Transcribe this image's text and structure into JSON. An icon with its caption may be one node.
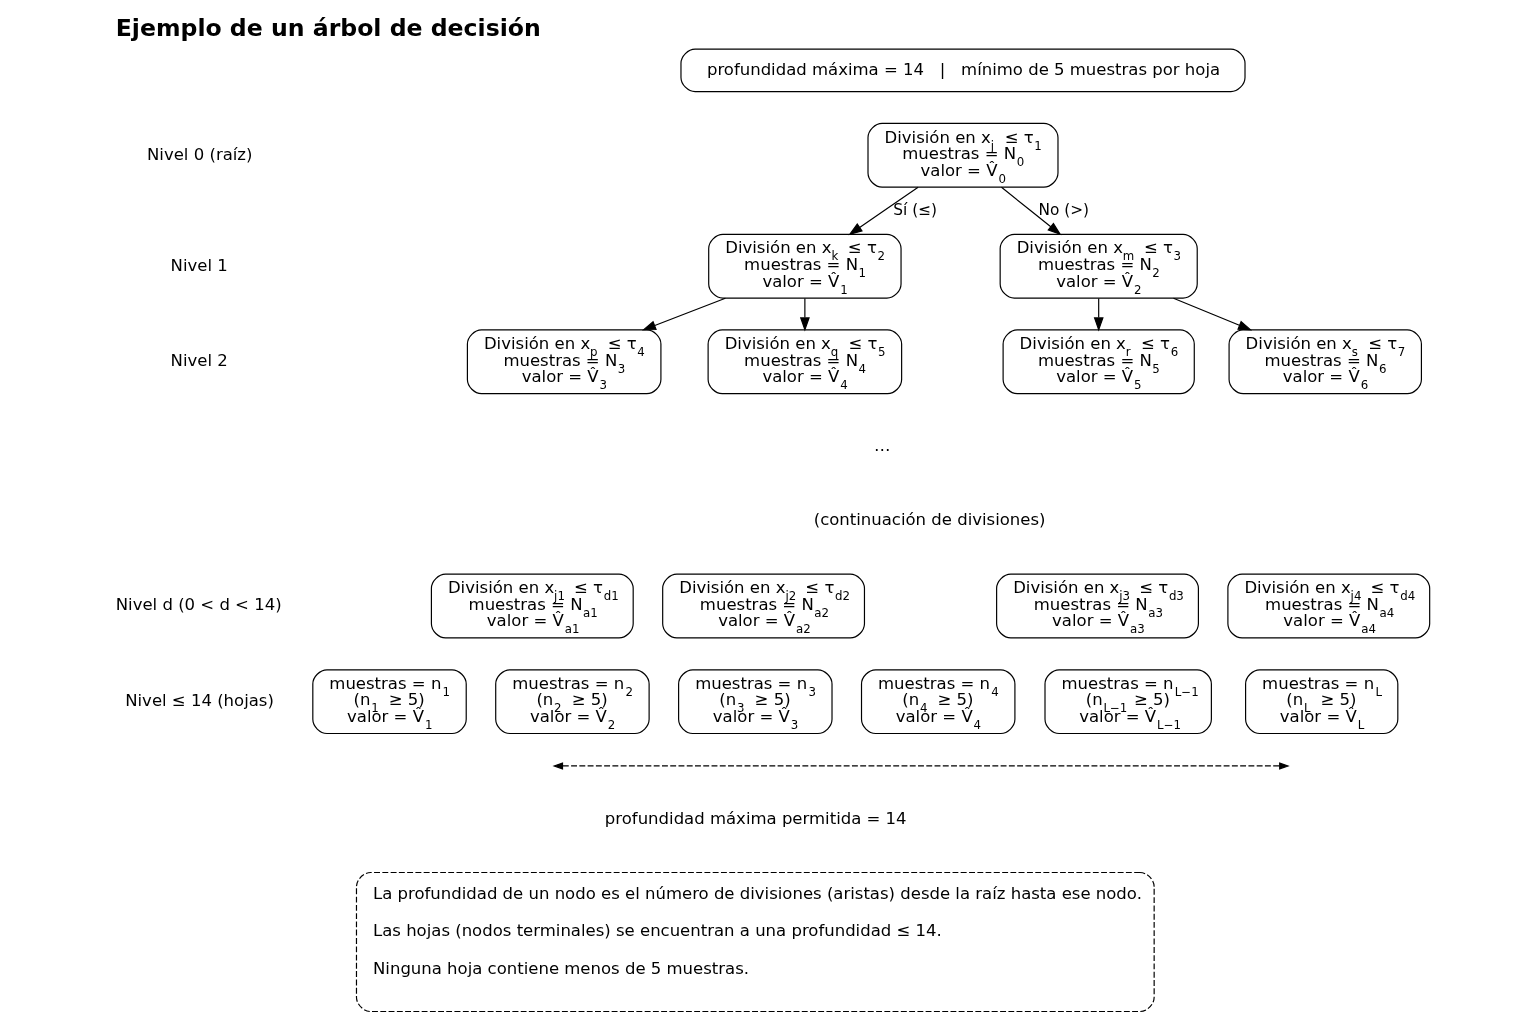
{
  "diagram": {
    "title": "Ejemplo de un árbol de decisión",
    "nodes": [
      {
        "text": [
          "profundidad máxima = 14   |   mínimo de 5 muestras por hoja"
        ]
      },
      {
        "text": [
          "División en x$_{j}$ ≤ τ$_{1}$",
          "muestras = N$_{0}$",
          "valor = V̂$_{0}$"
        ]
      },
      {
        "text": [
          "División en x$_{k}$ ≤ τ$_{2}$",
          "muestras = N$_{1}$",
          "valor = V̂$_{1}$"
        ]
      },
      {
        "text": [
          "División en x$_{m}$ ≤ τ$_{3}$",
          "muestras = N$_{2}$",
          "valor = V̂$_{2}$"
        ]
      },
      {
        "text": [
          "División en x$_{p}$ ≤ τ$_{4}$",
          "muestras = N$_{3}$",
          "valor = V̂$_{3}$"
        ]
      },
      {
        "text": [
          "División en x$_{q}$ ≤ τ$_{5}$",
          "muestras = N$_{4}$",
          "valor = V̂$_{4}$"
        ]
      },
      {
        "text": [
          "División en x$_{r}$ ≤ τ$_{6}$",
          "muestras = N$_{5}$",
          "valor = V̂$_{5}$"
        ]
      },
      {
        "text": [
          "División en x$_{s}$ ≤ τ$_{7}$",
          "muestras = N$_{6}$",
          "valor = V̂$_{6}$"
        ]
      },
      {
        "text": [
          "División en x$_{j1}$ ≤ τ$_{d1}$",
          "muestras = N$_{a1}$",
          "valor = V̂$_{a1}$"
        ]
      },
      {
        "text": [
          "División en x$_{j2}$ ≤ τ$_{d2}$",
          "muestras = N$_{a2}$",
          "valor = V̂$_{a2}$"
        ]
      },
      {
        "text": [
          "División en x$_{j3}$ ≤ τ$_{d3}$",
          "muestras = N$_{a3}$",
          "valor = V̂$_{a3}$"
        ]
      },
      {
        "text": [
          "División en x$_{j4}$ ≤ τ$_{d4}$",
          "muestras = N$_{a4}$",
          "valor = V̂$_{a4}$"
        ]
      },
      {
        "text": [
          "muestras = n$_{1}$",
          "(n$_{1}$ ≥ 5)",
          "valor = V̂$_{1}$"
        ]
      },
      {
        "text": [
          "muestras = n$_{2}$",
          "(n$_{2}$ ≥ 5)",
          "valor = V̂$_{2}$"
        ]
      },
      {
        "text": [
          "muestras = n$_{3}$",
          "(n$_{3}$ ≥ 5)",
          "valor = V̂$_{3}$"
        ]
      },
      {
        "text": [
          "muestras = n$_{4}$",
          "(n$_{4}$ ≥ 5)",
          "valor = V̂$_{4}$"
        ]
      },
      {
        "text": [
          "muestras = n$_{L−1}$",
          "(n$_{L−1}$ ≥ 5)",
          "valor = V̂$_{L−1}$"
        ]
      },
      {
        "text": [
          "muestras = n$_{L}$",
          "(n$_{L}$ ≥ 5)",
          "valor = V̂$_{L}$"
        ]
      },
      {
        "text": [
          "La profundidad de un nodo es el número de divisiones (aristas) desde la raíz hasta ese nodo.",
          "Las hojas (nodos terminales) se encuentran a una profundidad ≤ 14.",
          "Ninguna hoja contiene menos de 5 muestras."
        ]
      }
    ],
    "edges": [
      {
        "from": 1,
        "to": 2,
        "arrow": "to",
        "label": "Sí (≤)"
      },
      {
        "from": 1,
        "to": 3,
        "arrow": "to",
        "label": "No (>)"
      },
      {
        "from": 2,
        "to": 4,
        "arrow": "to"
      },
      {
        "from": 2,
        "to": 5,
        "arrow": "to"
      },
      {
        "from": 3,
        "to": 6,
        "arrow": "to"
      },
      {
        "from": 3,
        "to": 7,
        "arrow": "to"
      }
    ],
    "labels": [
      "Nivel 0 (raíz)",
      "Nivel 1",
      "Nivel 2",
      "…",
      "(continuación de divisiones)",
      "Nivel d (0 < d < 14)",
      "Nivel ≤ 14 (hojas)",
      "profundidad máxima permitida = 14"
    ]
  }
}
